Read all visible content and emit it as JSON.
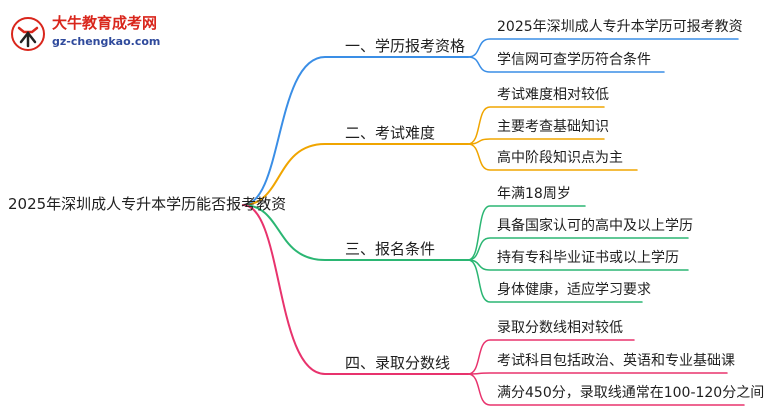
{
  "logo": {
    "name": "大牛教育成考网",
    "url": "gz-chengkao.com"
  },
  "mindmap": {
    "root": "2025年深圳成人专升本学历能否报考教资",
    "branches": [
      {
        "label": "一、学历报考资格",
        "color": "#3a8ee6",
        "leaves": [
          "2025年深圳成人专升本学历可报考教资",
          "学信网可查学历符合条件"
        ]
      },
      {
        "label": "二、考试难度",
        "color": "#f0a500",
        "leaves": [
          "考试难度相对较低",
          "主要考查基础知识",
          "高中阶段知识点为主"
        ]
      },
      {
        "label": "三、报名条件",
        "color": "#2bb673",
        "leaves": [
          "年满18周岁",
          "具备国家认可的高中及以上学历",
          "持有专科毕业证书或以上学历",
          "身体健康，适应学习要求"
        ]
      },
      {
        "label": "四、录取分数线",
        "color": "#e8336d",
        "leaves": [
          "录取分数线相对较低",
          "考试科目包括政治、英语和专业基础课",
          "满分450分，录取线通常在100-120分之间"
        ]
      }
    ]
  }
}
